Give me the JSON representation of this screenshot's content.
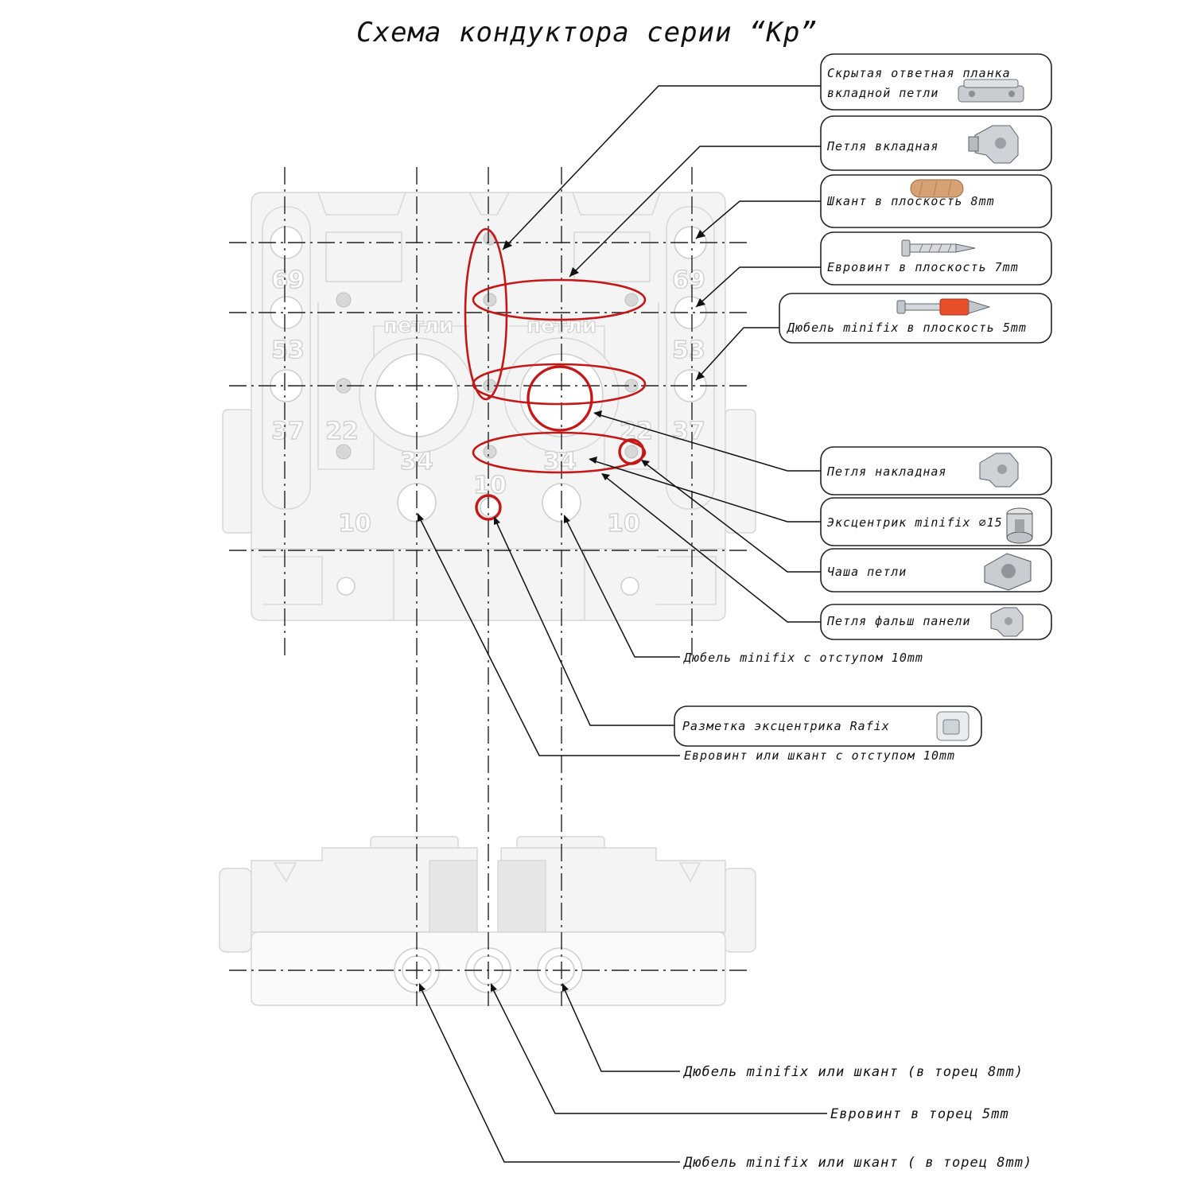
{
  "title": "Схема кондуктора серии “Кр”",
  "callouts": [
    {
      "line1": "Скрытая ответная планка",
      "line2": "вкладной петли",
      "icon": "hidden-strike-plate-icon"
    },
    {
      "line1": "Петля вкладная",
      "icon": "inset-hinge-icon"
    },
    {
      "line1": "Шкант в плоскость 8mm",
      "icon": "wooden-dowel-icon"
    },
    {
      "line1": "Евровинт в плоскость 7mm",
      "icon": "euro-screw-icon"
    },
    {
      "line1": "Дюбель minifix в плоскость 5mm",
      "icon": "minifix-dowel-icon"
    },
    {
      "line1": "Петля накладная",
      "icon": "overlay-hinge-icon"
    },
    {
      "line1": "Эксцентрик minifix ∅15",
      "icon": "minifix-cam-icon"
    },
    {
      "line1": "Чаша петли",
      "icon": "hinge-cup-icon"
    },
    {
      "line1": "Петля фальш панели",
      "icon": "false-panel-hinge-icon"
    }
  ],
  "plain_labels": [
    "Дюбель minifix с отступом 10mm",
    "Евровинт или шкант с отступом 10mm"
  ],
  "rafix_box": {
    "label": "Разметка эксцентрика Rafix",
    "icon": "rafix-cam-icon"
  },
  "bottom_labels": [
    "Дюбель minifix или шкант (в торец 8mm)",
    "Евровинт в торец 5mm",
    "Дюбель minifix или шкант ( в торец 8mm)"
  ],
  "jig_numbers": {
    "n69": "69",
    "n53": "53",
    "n37": "37",
    "n22": "22",
    "n34": "34",
    "n10": "10"
  },
  "jig_word": "петли",
  "colors": {
    "highlight": "#c41818",
    "line": "#111111",
    "part_outline": "#d9d9d9"
  }
}
